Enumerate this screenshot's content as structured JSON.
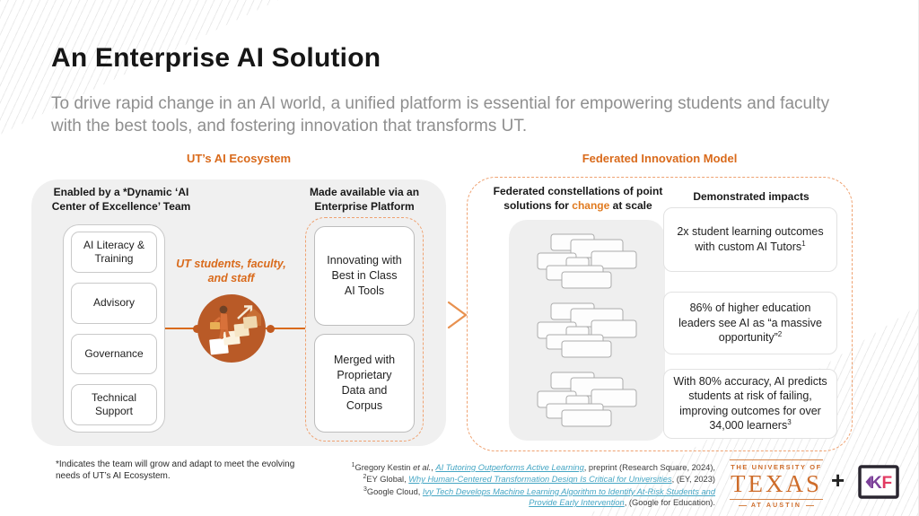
{
  "slide": {
    "title": "An Enterprise AI Solution",
    "subtitle": "To drive rapid change in an AI world, a unified platform is essential for empowering students and faculty with the best tools, and fostering innovation that transforms UT."
  },
  "colors": {
    "accent_orange": "#d96a1b",
    "dashed_orange": "#efa271",
    "circle_orange": "#b95a27",
    "highlight_orange": "#e07a1f",
    "link_teal": "#45a6c4",
    "panel_gray": "#f0f0f0",
    "subtitle_gray": "#8f8f8f",
    "kf_purple": "#7c4099",
    "kf_pink": "#e23a62"
  },
  "icons": {
    "flow_arrow_icon": "chevron-right",
    "growth_icon": "person-climbing-steps-with-trend-arrow",
    "cluster_icon": "overlapping-cards"
  },
  "ecosystem": {
    "header": "UT’s AI Ecosystem",
    "team": {
      "heading": "Enabled by a *Dynamic ‘AI Center of Excellence’ Team",
      "items": [
        "AI Literacy & Training",
        "Advisory",
        "Governance",
        "Technical Support"
      ]
    },
    "audience_label": "UT students, faculty, and staff",
    "platform": {
      "heading": "Made available via an Enterprise Platform",
      "items": [
        "Innovating with Best in Class AI Tools",
        "Merged with Proprietary Data and Corpus"
      ]
    }
  },
  "federated": {
    "header": "Federated Innovation Model",
    "constellation_heading": {
      "pre": "Federated constellations of point solutions for ",
      "highlight": "change",
      "post": " at scale"
    },
    "impacts": {
      "heading": "Demonstrated impacts",
      "items": [
        {
          "text": "2x student learning outcomes with custom AI Tutors",
          "sup": "1"
        },
        {
          "text": "86% of higher education leaders see AI as “a massive opportunity”",
          "sup": "2"
        },
        {
          "text": "With 80% accuracy, AI predicts students at risk of failing, improving outcomes for over 34,000 learners",
          "sup": "3"
        }
      ]
    }
  },
  "footnote": "*Indicates the team will grow and adapt to meet the evolving needs of UT’s AI Ecosystem.",
  "citations": [
    [
      {
        "s": "sup",
        "t": "1"
      },
      {
        "s": "p",
        "t": "Gregory Kestin "
      },
      {
        "s": "i",
        "t": "et al."
      },
      {
        "s": "p",
        "t": ", "
      },
      {
        "s": "link",
        "t": "AI Tutoring Outperforms Active Learning"
      },
      {
        "s": "p",
        "t": ", preprint (Research Square, 2024),"
      }
    ],
    [
      {
        "s": "sup",
        "t": "2"
      },
      {
        "s": "p",
        "t": "EY Global, "
      },
      {
        "s": "link",
        "t": "Why Human-Centered Transformation Design Is Critical for Universities"
      },
      {
        "s": "p",
        "t": ", (EY, 2023)"
      }
    ],
    [
      {
        "s": "sup",
        "t": "3"
      },
      {
        "s": "p",
        "t": "Google Cloud, "
      },
      {
        "s": "link",
        "t": "Ivy Tech Develops Machine Learning Algorithm to Identify At-Risk Students and Provide Early Intervention"
      },
      {
        "s": "p",
        "t": ", (Google for Education)."
      }
    ]
  ],
  "logos": {
    "ut": {
      "line1": "THE UNIVERSITY OF",
      "line2": "TEXAS",
      "line3": "AT AUSTIN"
    },
    "plus": "+",
    "kf": {
      "k": "K",
      "f": "F"
    }
  }
}
